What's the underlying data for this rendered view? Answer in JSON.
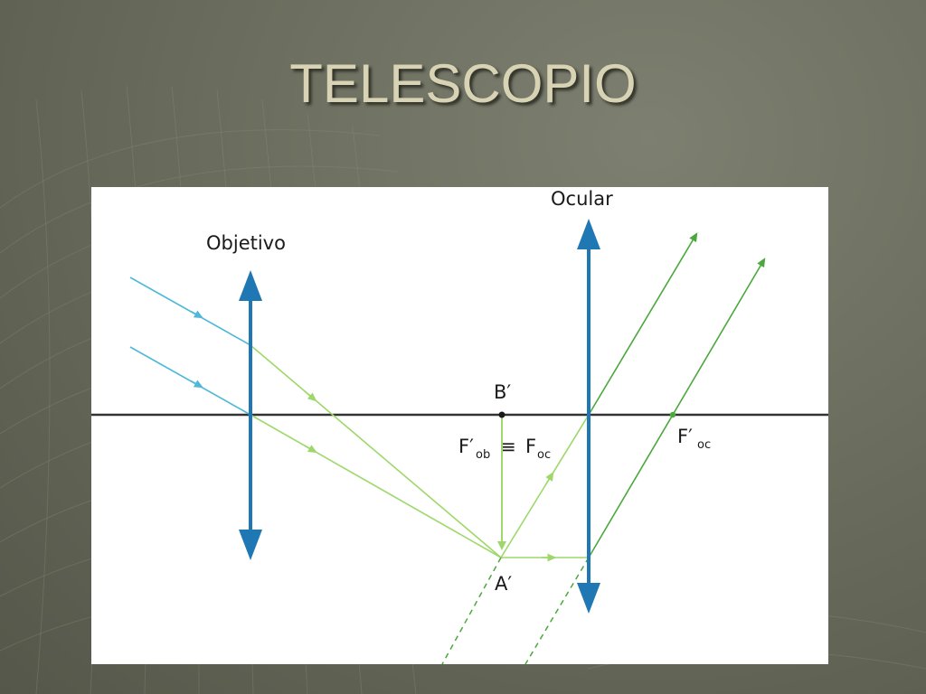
{
  "slide": {
    "title": "TELESCOPIO"
  },
  "diagram": {
    "labels": {
      "objective_lens": "Objetivo",
      "eyepiece_lens": "Ocular",
      "point_b_prime": "B′",
      "point_a_prime": "A′",
      "focus_ob_main": "F′",
      "focus_ob_sub": "ob",
      "equivalence": "≡",
      "focus_oc_main": "F",
      "focus_oc_sub": "oc",
      "focus_oc_prime_main": "F′",
      "focus_oc_prime_sub": "oc"
    },
    "colors": {
      "lens": "#1f77b4",
      "incident_ray": "#4fb8d8",
      "refracted_ray": "#9ed86a",
      "emergent_ray": "#4aa83c",
      "axis": "#333333"
    }
  }
}
